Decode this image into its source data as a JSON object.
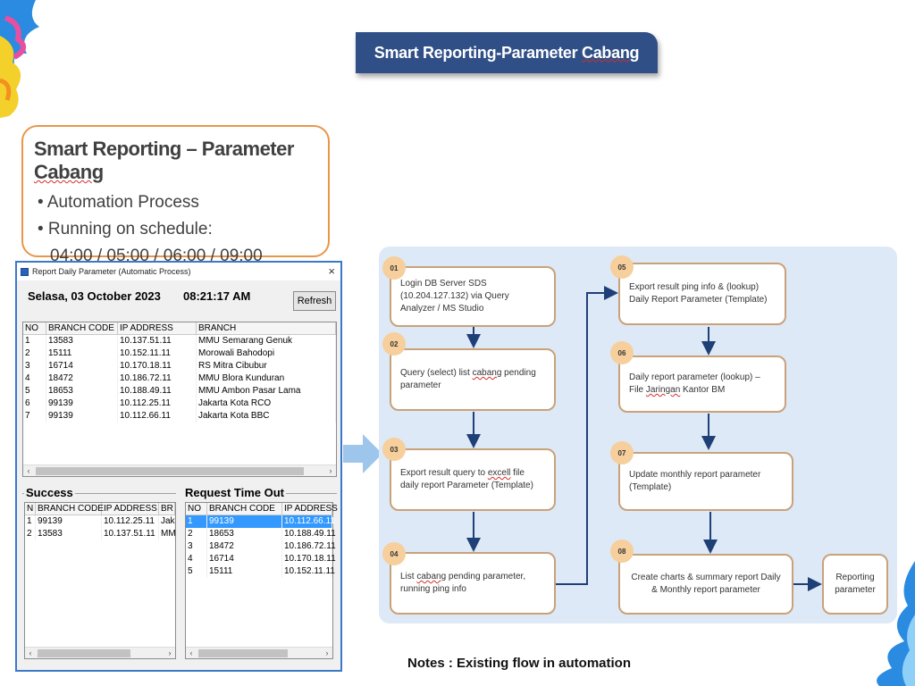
{
  "slide": {
    "banner_title_1": "Smart Reporting-Parameter ",
    "banner_title_2": "Cabang",
    "notes": "Notes : Existing flow in automation"
  },
  "infobox": {
    "title_1": "Smart Reporting – Parameter ",
    "title_2": "Cabang",
    "bullet_1": "• Automation Process",
    "bullet_2": "• Running on schedule:",
    "times": "04:00 / 05:00 / 06:00 / 09:00"
  },
  "window": {
    "title": "Report Daily Parameter (Automatic Process)",
    "close": "×",
    "date": "Selasa, 03 October 2023",
    "time": "08:21:17 AM",
    "refresh_label": "Refresh",
    "main_grid": {
      "headers": [
        "NO",
        "BRANCH CODE",
        "IP ADDRESS",
        "BRANCH"
      ],
      "rows": [
        [
          "1",
          "13583",
          "10.137.51.11",
          "MMU Semarang Genuk"
        ],
        [
          "2",
          "15111",
          "10.152.11.11",
          "Morowali Bahodopi"
        ],
        [
          "3",
          "16714",
          "10.170.18.11",
          "RS Mitra Cibubur"
        ],
        [
          "4",
          "18472",
          "10.186.72.11",
          "MMU Blora Kunduran"
        ],
        [
          "5",
          "18653",
          "10.188.49.11",
          "MMU Ambon Pasar Lama"
        ],
        [
          "6",
          "99139",
          "10.112.25.11",
          "Jakarta Kota RCO"
        ],
        [
          "7",
          "99139",
          "10.112.66.11",
          "Jakarta Kota BBC"
        ]
      ]
    },
    "success": {
      "label": "Success",
      "headers": [
        "N",
        "BRANCH CODE",
        "IP ADDRESS",
        "BR"
      ],
      "rows": [
        [
          "1",
          "99139",
          "10.112.25.11",
          "Jak"
        ],
        [
          "2",
          "13583",
          "10.137.51.11",
          "MM"
        ]
      ]
    },
    "timeout": {
      "label": "Request Time Out",
      "headers": [
        "NO",
        "BRANCH CODE",
        "IP ADDRESS"
      ],
      "rows": [
        [
          "1",
          "99139",
          "10.112.66.11"
        ],
        [
          "2",
          "18653",
          "10.188.49.11"
        ],
        [
          "3",
          "18472",
          "10.186.72.11"
        ],
        [
          "4",
          "16714",
          "10.170.18.11"
        ],
        [
          "5",
          "15111",
          "10.152.11.11"
        ]
      ]
    }
  },
  "flow": {
    "steps": [
      {
        "num": "01",
        "text": "Login DB Server SDS (10.204.127.132) via Query Analyzer / MS Studio"
      },
      {
        "num": "02",
        "text_1": "Query (select) list ",
        "text_u": "cabang",
        "text_2": " pending parameter"
      },
      {
        "num": "03",
        "text_1": "Export result query to  ",
        "text_u": "excell",
        "text_2": " file daily report Parameter (Template)"
      },
      {
        "num": "04",
        "text_1": "List ",
        "text_u": "cabang",
        "text_2": " pending parameter, running  ping info"
      },
      {
        "num": "05",
        "text": "Export result ping info & (lookup) Daily Report Parameter (Template)"
      },
      {
        "num": "06",
        "text_1": "Daily report parameter (lookup) – File ",
        "text_u": "Jaringan",
        "text_2": " Kantor BM"
      },
      {
        "num": "07",
        "text": "Update monthly report parameter (Template)"
      },
      {
        "num": "08",
        "text": "Create charts & summary report Daily & Monthly report parameter"
      }
    ],
    "final": "Reporting parameter"
  },
  "colors": {
    "banner_bg": "#2f4f86",
    "infobox_border": "#e8964a",
    "flow_bg": "#dde9f6",
    "step_border": "#c9a27a",
    "step_num": "#f6cf9c",
    "arrow": "#1f3f77",
    "selection": "#3399ff"
  }
}
